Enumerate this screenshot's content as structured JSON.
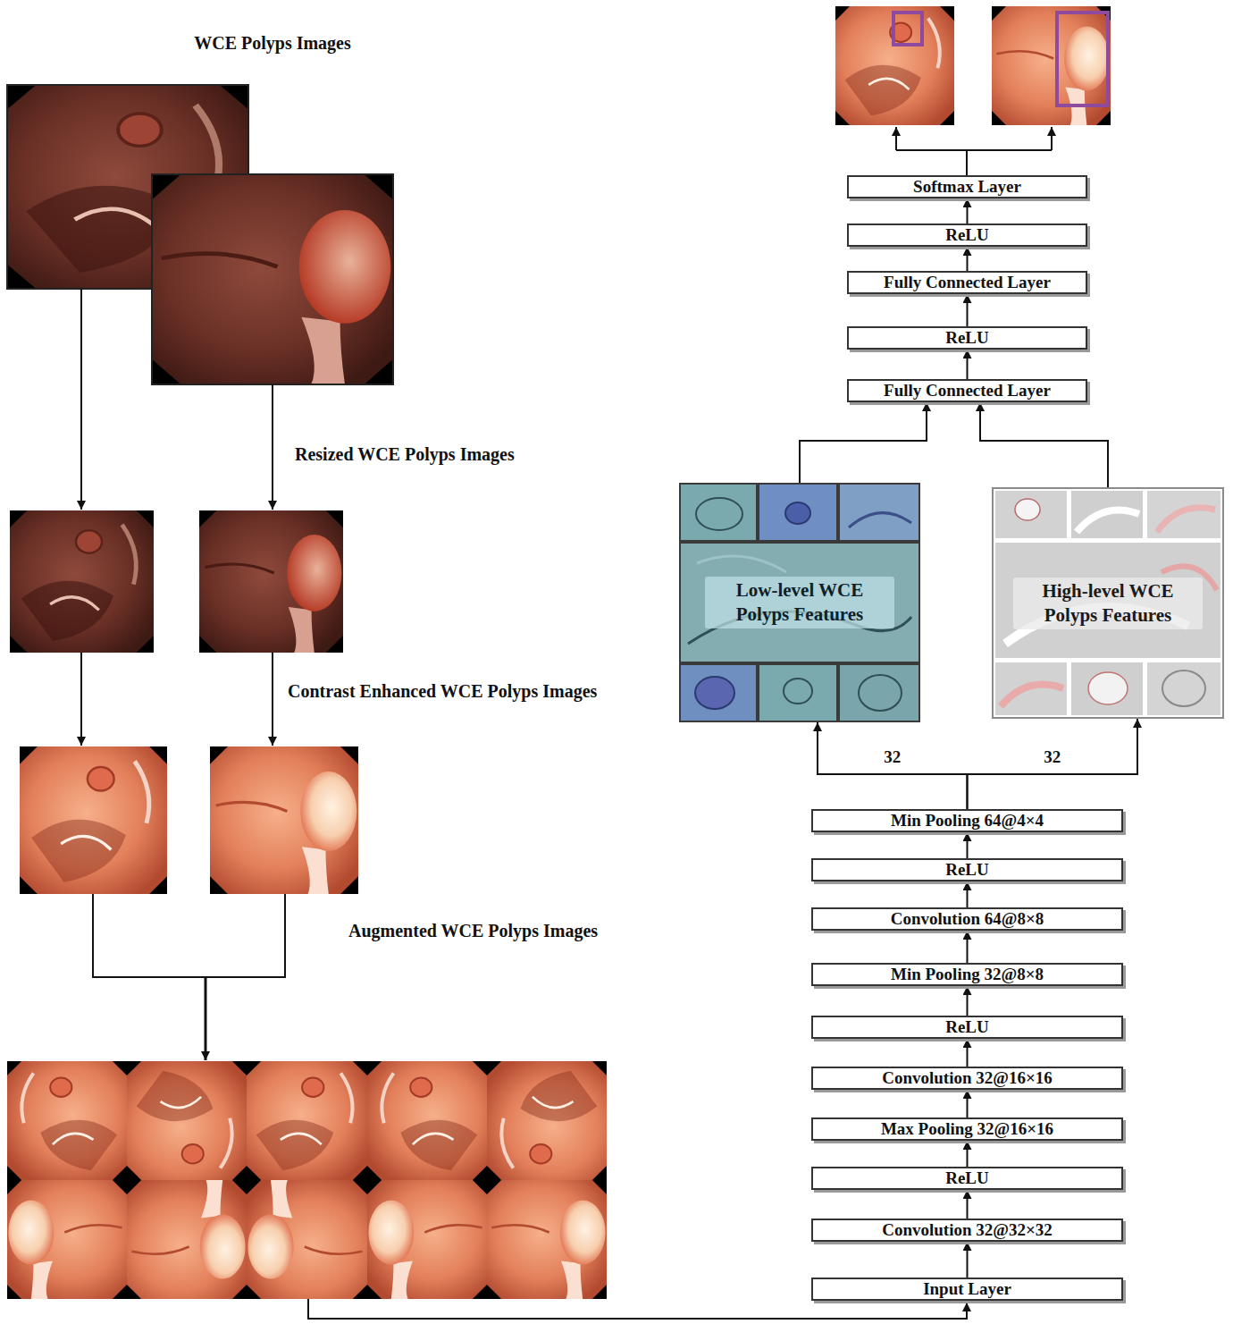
{
  "diagram": {
    "nodes": [
      {
        "text": [
          "Softmax Layer"
        ]
      },
      {
        "text": [
          "ReLU"
        ]
      },
      {
        "text": [
          "Fully Connected Layer"
        ]
      },
      {
        "text": [
          "ReLU"
        ]
      },
      {
        "text": [
          "Fully Connected Layer"
        ]
      },
      {
        "text": [
          "Low-level WCE Polyps Features"
        ]
      },
      {
        "text": [
          "High-level WCE Polyps Features"
        ]
      },
      {
        "text": [
          "Min Pooling 64@4×4"
        ]
      },
      {
        "text": [
          "ReLU"
        ]
      },
      {
        "text": [
          "Convolution 64@8×8"
        ]
      },
      {
        "text": [
          "Min Pooling 32@8×8"
        ]
      },
      {
        "text": [
          "ReLU"
        ]
      },
      {
        "text": [
          "Convolution 32@16×16"
        ]
      },
      {
        "text": [
          "Max Pooling 32@16×16"
        ]
      },
      {
        "text": [
          "ReLU"
        ]
      },
      {
        "text": [
          "Convolution 32@32×32"
        ]
      },
      {
        "text": [
          "Input Layer"
        ]
      }
    ],
    "edges": [
      {
        "from": 16,
        "to": 15,
        "arrow": "to"
      },
      {
        "from": 15,
        "to": 14,
        "arrow": "to"
      },
      {
        "from": 14,
        "to": 13,
        "arrow": "to"
      },
      {
        "from": 13,
        "to": 12,
        "arrow": "to"
      },
      {
        "from": 12,
        "to": 11,
        "arrow": "to"
      },
      {
        "from": 11,
        "to": 10,
        "arrow": "to"
      },
      {
        "from": 10,
        "to": 9,
        "arrow": "to"
      },
      {
        "from": 9,
        "to": 8,
        "arrow": "to"
      },
      {
        "from": 8,
        "to": 7,
        "arrow": "to"
      },
      {
        "from": 7,
        "to": 5,
        "label": "32",
        "arrow": "to"
      },
      {
        "from": 7,
        "to": 6,
        "label": "32",
        "arrow": "to"
      },
      {
        "from": 5,
        "to": 4,
        "arrow": "to"
      },
      {
        "from": 6,
        "to": 4,
        "arrow": "to"
      },
      {
        "from": 4,
        "to": 3,
        "arrow": "to"
      },
      {
        "from": 3,
        "to": 2,
        "arrow": "to"
      },
      {
        "from": 2,
        "to": 1,
        "arrow": "to"
      },
      {
        "from": 1,
        "to": 0,
        "arrow": "to"
      }
    ],
    "labels": [
      "WCE Polyps Images",
      "Resized WCE Polyps Images",
      "Contrast Enhanced WCE Polyps Images",
      "Augmented WCE Polyps Images"
    ]
  }
}
